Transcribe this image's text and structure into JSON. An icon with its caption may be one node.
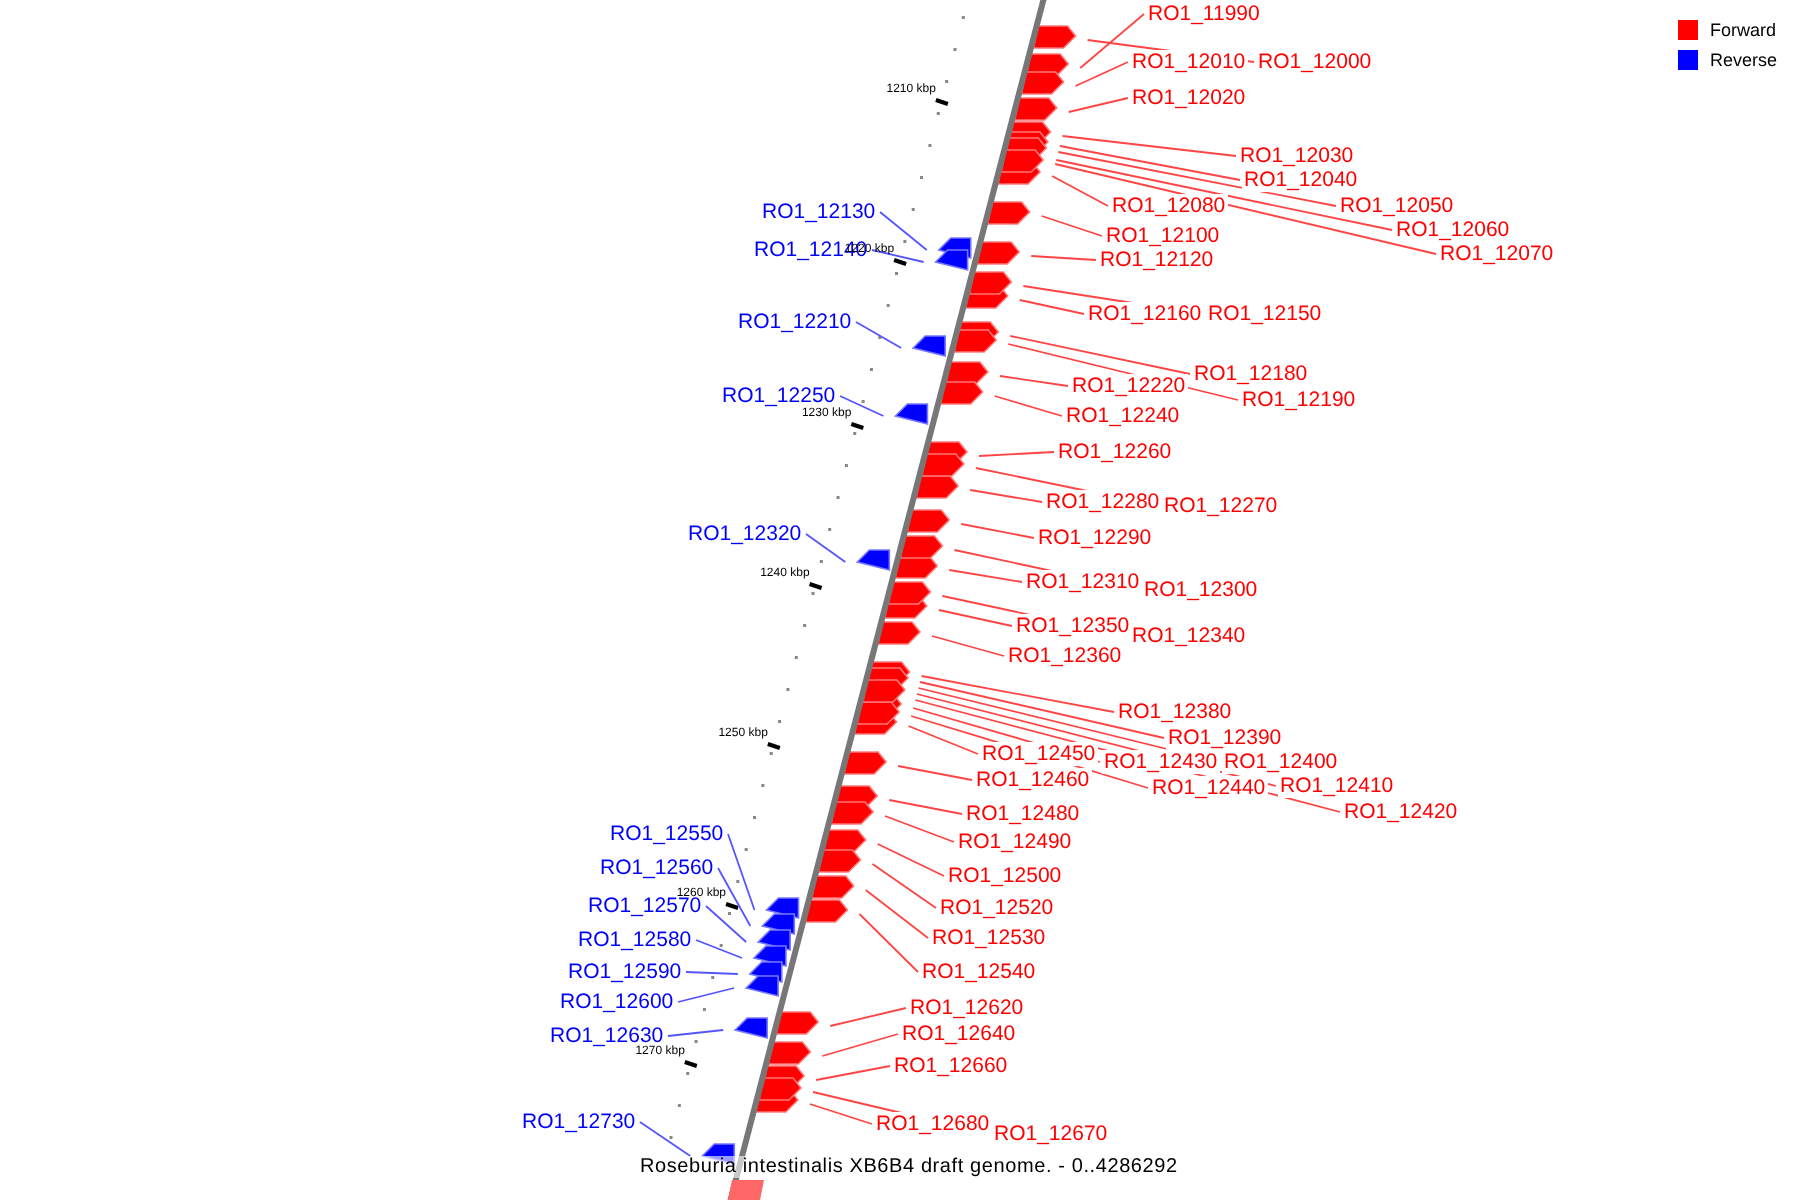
{
  "diagram": {
    "caption": "Roseburia intestinalis XB6B4 draft genome. - 0..4286292",
    "nodes": [
      {
        "text": [
          "RO1_11990"
        ]
      },
      {
        "text": [
          "RO1_12010"
        ]
      },
      {
        "text": [
          "RO1_12000"
        ]
      },
      {
        "text": [
          "RO1_12020"
        ]
      },
      {
        "text": [
          "RO1_12030"
        ]
      },
      {
        "text": [
          "RO1_12040"
        ]
      },
      {
        "text": [
          "RO1_12080"
        ]
      },
      {
        "text": [
          "RO1_12050"
        ]
      },
      {
        "text": [
          "RO1_12130"
        ]
      },
      {
        "text": [
          "RO1_12060"
        ]
      },
      {
        "text": [
          "RO1_12100"
        ]
      },
      {
        "text": [
          "RO1_12140"
        ]
      },
      {
        "text": [
          "RO1_12070"
        ]
      },
      {
        "text": [
          "RO1_12120"
        ]
      },
      {
        "text": [
          "RO1_12160"
        ]
      },
      {
        "text": [
          "RO1_12150"
        ]
      },
      {
        "text": [
          "RO1_12210"
        ]
      },
      {
        "text": [
          "RO1_12180"
        ]
      },
      {
        "text": [
          "RO1_12220"
        ]
      },
      {
        "text": [
          "RO1_12250"
        ]
      },
      {
        "text": [
          "RO1_12190"
        ]
      },
      {
        "text": [
          "RO1_12240"
        ]
      },
      {
        "text": [
          "RO1_12260"
        ]
      },
      {
        "text": [
          "RO1_12280"
        ]
      },
      {
        "text": [
          "RO1_12270"
        ]
      },
      {
        "text": [
          "RO1_12320"
        ]
      },
      {
        "text": [
          "RO1_12290"
        ]
      },
      {
        "text": [
          "RO1_12310"
        ]
      },
      {
        "text": [
          "RO1_12300"
        ]
      },
      {
        "text": [
          "RO1_12350"
        ]
      },
      {
        "text": [
          "RO1_12340"
        ]
      },
      {
        "text": [
          "RO1_12360"
        ]
      },
      {
        "text": [
          "RO1_12380"
        ]
      },
      {
        "text": [
          "RO1_12390"
        ]
      },
      {
        "text": [
          "RO1_12450"
        ]
      },
      {
        "text": [
          "RO1_12430"
        ]
      },
      {
        "text": [
          "RO1_12400"
        ]
      },
      {
        "text": [
          "RO1_12460"
        ]
      },
      {
        "text": [
          "RO1_12440"
        ]
      },
      {
        "text": [
          "RO1_12410"
        ]
      },
      {
        "text": [
          "RO1_12420"
        ]
      },
      {
        "text": [
          "RO1_12480"
        ]
      },
      {
        "text": [
          "RO1_12550"
        ]
      },
      {
        "text": [
          "RO1_12490"
        ]
      },
      {
        "text": [
          "RO1_12560"
        ]
      },
      {
        "text": [
          "RO1_12500"
        ]
      },
      {
        "text": [
          "RO1_12570"
        ]
      },
      {
        "text": [
          "RO1_12520"
        ]
      },
      {
        "text": [
          "RO1_12580"
        ]
      },
      {
        "text": [
          "RO1_12530"
        ]
      },
      {
        "text": [
          "RO1_12590"
        ]
      },
      {
        "text": [
          "RO1_12540"
        ]
      },
      {
        "text": [
          "RO1_12600"
        ]
      },
      {
        "text": [
          "RO1_12620"
        ]
      },
      {
        "text": [
          "RO1_12640"
        ]
      },
      {
        "text": [
          "RO1_12630"
        ]
      },
      {
        "text": [
          "RO1_12660"
        ]
      },
      {
        "text": [
          "RO1_12730"
        ]
      },
      {
        "text": [
          "RO1_12680"
        ]
      },
      {
        "text": [
          "RO1_12670"
        ]
      }
    ],
    "edges": [
      {
        "from": 0,
        "to": null,
        "arrow": "none"
      },
      {
        "from": 1,
        "to": null,
        "arrow": "none"
      },
      {
        "from": 2,
        "to": null,
        "arrow": "none"
      },
      {
        "from": 3,
        "to": null,
        "arrow": "none"
      },
      {
        "from": 4,
        "to": null,
        "arrow": "none"
      },
      {
        "from": 5,
        "to": null,
        "arrow": "none"
      },
      {
        "from": 6,
        "to": null,
        "arrow": "none"
      },
      {
        "from": 7,
        "to": null,
        "arrow": "none"
      },
      {
        "from": 8,
        "to": null,
        "arrow": "none",
        "color": "#5555ff"
      },
      {
        "from": 9,
        "to": null,
        "arrow": "none"
      },
      {
        "from": 10,
        "to": null,
        "arrow": "none"
      },
      {
        "from": 11,
        "to": null,
        "arrow": "none",
        "color": "#5555ff"
      },
      {
        "from": 12,
        "to": null,
        "arrow": "none"
      },
      {
        "from": 13,
        "to": null,
        "arrow": "none"
      },
      {
        "from": 14,
        "to": null,
        "arrow": "none"
      },
      {
        "from": 15,
        "to": null,
        "arrow": "none"
      },
      {
        "from": 16,
        "to": null,
        "arrow": "none",
        "color": "#5555ff"
      },
      {
        "from": 17,
        "to": null,
        "arrow": "none"
      },
      {
        "from": 18,
        "to": null,
        "arrow": "none"
      },
      {
        "from": 19,
        "to": null,
        "arrow": "none",
        "color": "#5555ff"
      },
      {
        "from": 20,
        "to": null,
        "arrow": "none"
      },
      {
        "from": 21,
        "to": null,
        "arrow": "none"
      },
      {
        "from": 22,
        "to": null,
        "arrow": "none"
      },
      {
        "from": 23,
        "to": null,
        "arrow": "none"
      },
      {
        "from": 24,
        "to": null,
        "arrow": "none"
      },
      {
        "from": 25,
        "to": null,
        "arrow": "none",
        "color": "#5555ff"
      },
      {
        "from": 26,
        "to": null,
        "arrow": "none"
      },
      {
        "from": 27,
        "to": null,
        "arrow": "none"
      },
      {
        "from": 28,
        "to": null,
        "arrow": "none"
      },
      {
        "from": 29,
        "to": null,
        "arrow": "none"
      },
      {
        "from": 30,
        "to": null,
        "arrow": "none"
      },
      {
        "from": 31,
        "to": null,
        "arrow": "none"
      },
      {
        "from": 32,
        "to": null,
        "arrow": "none"
      },
      {
        "from": 33,
        "to": null,
        "arrow": "none"
      },
      {
        "from": 34,
        "to": null,
        "arrow": "none"
      },
      {
        "from": 35,
        "to": null,
        "arrow": "none"
      },
      {
        "from": 36,
        "to": null,
        "arrow": "none"
      },
      {
        "from": 37,
        "to": null,
        "arrow": "none"
      },
      {
        "from": 38,
        "to": null,
        "arrow": "none"
      },
      {
        "from": 39,
        "to": null,
        "arrow": "none"
      },
      {
        "from": 40,
        "to": null,
        "arrow": "none"
      },
      {
        "from": 41,
        "to": null,
        "arrow": "none"
      },
      {
        "from": 42,
        "to": null,
        "arrow": "none",
        "color": "#5555ff"
      },
      {
        "from": 43,
        "to": null,
        "arrow": "none"
      },
      {
        "from": 44,
        "to": null,
        "arrow": "none",
        "color": "#5555ff"
      },
      {
        "from": 45,
        "to": null,
        "arrow": "none"
      },
      {
        "from": 46,
        "to": null,
        "arrow": "none",
        "color": "#5555ff"
      },
      {
        "from": 47,
        "to": null,
        "arrow": "none"
      },
      {
        "from": 48,
        "to": null,
        "arrow": "none",
        "color": "#5555ff"
      },
      {
        "from": 49,
        "to": null,
        "arrow": "none"
      },
      {
        "from": 50,
        "to": null,
        "arrow": "none",
        "color": "#5555ff"
      },
      {
        "from": 51,
        "to": null,
        "arrow": "none"
      },
      {
        "from": 52,
        "to": null,
        "arrow": "none",
        "color": "#5555ff"
      },
      {
        "from": 53,
        "to": null,
        "arrow": "none"
      },
      {
        "from": 54,
        "to": null,
        "arrow": "none"
      },
      {
        "from": 55,
        "to": null,
        "arrow": "none",
        "color": "#5555ff"
      },
      {
        "from": 56,
        "to": null,
        "arrow": "none"
      },
      {
        "from": 57,
        "to": null,
        "arrow": "none",
        "color": "#5555ff"
      },
      {
        "from": 58,
        "to": null,
        "arrow": "none"
      },
      {
        "from": 59,
        "to": null,
        "arrow": "none"
      }
    ],
    "labels": [
      "1210 kbp",
      "1220 kbp",
      "1230 kbp",
      "1240 kbp",
      "1250 kbp",
      "1260 kbp",
      "1270 kbp"
    ],
    "legend": [
      {
        "text": "Forward",
        "color": "#ff0000"
      },
      {
        "text": "Reverse",
        "color": "#0000ff"
      }
    ]
  }
}
